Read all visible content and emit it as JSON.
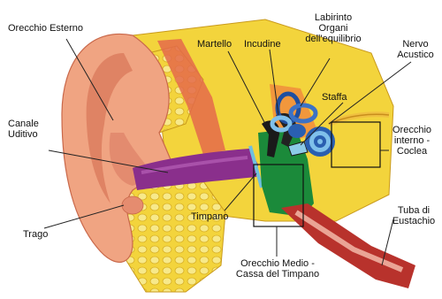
{
  "labels": {
    "orecchio_esterno": "Orecchio Esterno",
    "labirinto": [
      "Labirinto",
      "Organi",
      "dell'equilibrio"
    ],
    "martello": "Martello",
    "incudine": "Incudine",
    "nervo_acustico": [
      "Nervo",
      "Acustico"
    ],
    "staffa": "Staffa",
    "canale_uditivo": [
      "Canale",
      "Uditivo"
    ],
    "orecchio_interno": [
      "Orecchio",
      "interno -",
      "Coclea"
    ],
    "trago": "Trago",
    "timpano": "Timpano",
    "tuba_di_eustachio": [
      "Tuba di",
      "Eustachio"
    ],
    "orecchio_medio": [
      "Orecchio Medio -",
      "Cassa del Timpano"
    ]
  },
  "colors": {
    "skin": "#f0a482",
    "skin_shadow": "#d9785a",
    "bone": "#f3d43c",
    "bone_cell": "#f7e98a",
    "canal": "#8a2f8c",
    "eustachian": "#b8322c",
    "middle_ear": "#1b8a3a",
    "cochlea": "#2a5fb0",
    "leader_line": "#222222"
  }
}
